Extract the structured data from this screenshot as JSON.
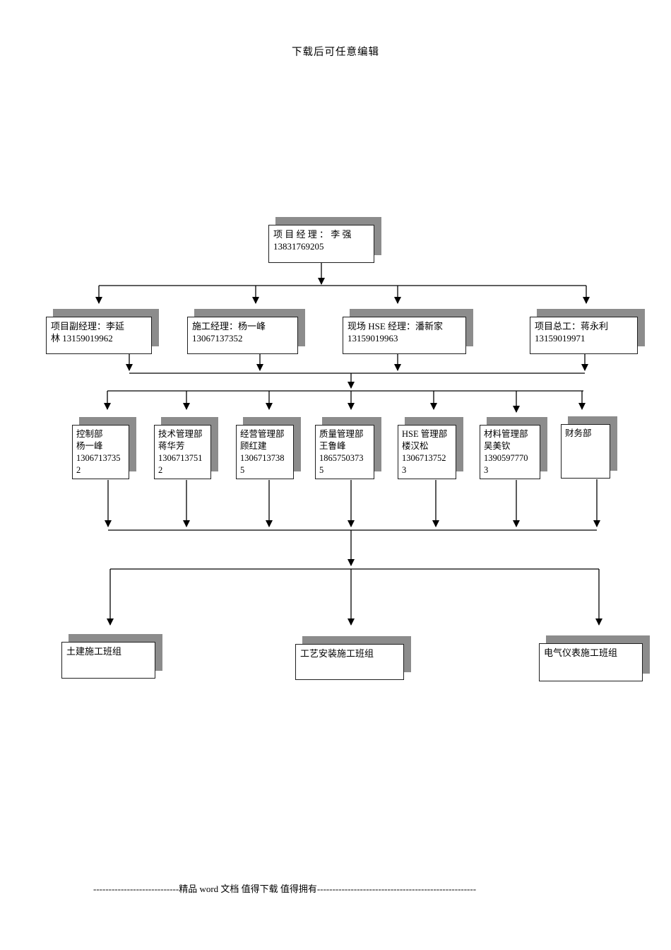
{
  "document": {
    "header": "下载后可任意编辑",
    "footer": "----------------------------精品 word 文档 值得下载 值得拥有----------------------------------------------------"
  },
  "colors": {
    "box_border": "#1f1f1f",
    "box_shadow": "#8c8c8c",
    "connector_line": "#000000",
    "page_background": "#ffffff"
  },
  "org_chart": {
    "level1": [
      {
        "role": "项目经理",
        "name": "李强",
        "phone": "13831769205",
        "text": "项 目 经 理 ：  李 强\n13831769205"
      }
    ],
    "level2": [
      {
        "role": "项目副经理",
        "name": "李延林",
        "phone": "13159019962",
        "text": "项目副经理：李延\n林 13159019962"
      },
      {
        "role": "施工经理",
        "name": "杨一峰",
        "phone": "13067137352",
        "text": "施工经理：杨一峰\n13067137352"
      },
      {
        "role": "现场HSE经理",
        "name": "潘新家",
        "phone": "13159019963",
        "text": "现场 HSE 经理：潘新家\n13159019963"
      },
      {
        "role": "项目总工",
        "name": "蒋永利",
        "phone": "13159019971",
        "text": "项目总工：蒋永利\n13159019971"
      }
    ],
    "level3": [
      {
        "dept": "控制部",
        "name": "杨一峰",
        "phone": "13067137352",
        "text": "控制部\n杨一峰\n1306713735\n2"
      },
      {
        "dept": "技术管理部",
        "name": "蒋华芳",
        "phone": "13067137512",
        "text": "技术管理部\n蒋华芳\n1306713751\n2"
      },
      {
        "dept": "经营管理部",
        "name": "顾红建",
        "phone": "13067137385",
        "text": "经营管理部\n顾红建\n1306713738\n5"
      },
      {
        "dept": "质量管理部",
        "name": "王鲁峰",
        "phone": "18657503735",
        "text": "质量管理部\n王鲁峰\n1865750373\n5"
      },
      {
        "dept": "HSE管理部",
        "name": "楼汉松",
        "phone": "13067137523",
        "text": "HSE 管理部\n楼汉松\n1306713752\n3"
      },
      {
        "dept": "材料管理部",
        "name": "吴美钦",
        "phone": "13905977703",
        "text": "材料管理部\n吴美钦\n1390597770\n3"
      },
      {
        "dept": "财务部",
        "name": "",
        "phone": "",
        "text": "财务部"
      }
    ],
    "level4": [
      {
        "text": "土建施工班组"
      },
      {
        "text": "工艺安装施工班组"
      },
      {
        "text": "电气仪表施工班组"
      }
    ]
  }
}
